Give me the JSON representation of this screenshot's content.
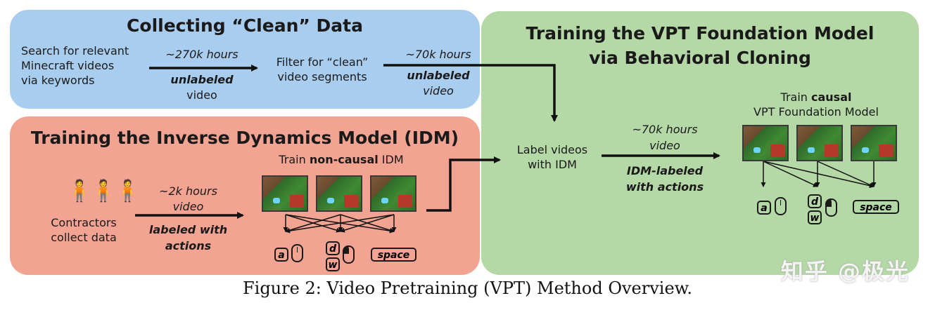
{
  "blue": {
    "title": "Collecting “Clean” Data",
    "search_l1": "Search for relevant",
    "search_l2": "Minecraft videos",
    "search_l3": "via keywords",
    "hours1": "~270k hours",
    "unlabeled1": "unlabeled",
    "video1": "video",
    "filter_l1": "Filter for “clean”",
    "filter_l2": "video segments",
    "hours2": "~70k hours",
    "unlabeled2": "unlabeled",
    "video2": "video"
  },
  "red": {
    "title": "Training the Inverse Dynamics Model (IDM)",
    "train_prefix": "Train ",
    "train_bold": "non-causal",
    "train_suffix": " IDM",
    "contractors_l1": "Contractors",
    "contractors_l2": "collect data",
    "hours": "~2k hours",
    "video": "video",
    "labeled_l1": "labeled with",
    "labeled_l2": "actions",
    "keys": {
      "a": "a",
      "d": "d",
      "w": "w",
      "space": "space"
    },
    "people_icon": "people-icon"
  },
  "green": {
    "title_l1": "Training the VPT Foundation Model",
    "title_l2": "via Behavioral Cloning",
    "train_prefix": "Train ",
    "train_bold": "causal",
    "train_l2": "VPT Foundation Model",
    "label_l1": "Label videos",
    "label_l2": "with IDM",
    "hours_l1": "~70k hours",
    "hours_l2": "video",
    "idm_l1": "IDM-labeled",
    "idm_l2": "with actions",
    "keys": {
      "a": "a",
      "d": "d",
      "w": "w",
      "space": "space"
    }
  },
  "caption": "Figure 2: Video Pretraining (VPT) Method Overview.",
  "watermark": "知乎 @极光",
  "colors": {
    "blue_panel": "#a9cdef",
    "red_panel": "#f2a391",
    "green_panel": "#b5d8a7",
    "arrow": "#111111"
  }
}
